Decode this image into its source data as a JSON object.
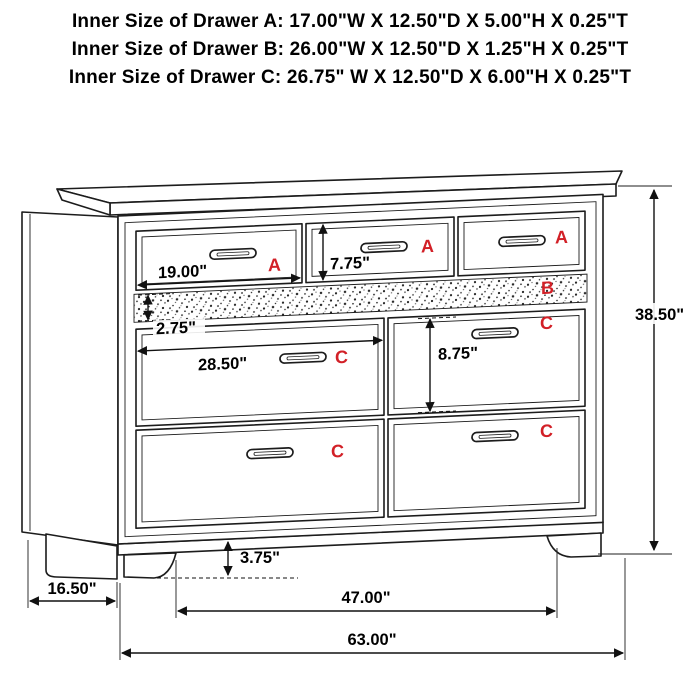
{
  "title_lines": {
    "line_a": "Inner Size of Drawer A: 17.00\"W X 12.50\"D X 5.00\"H X 0.25\"T",
    "line_b": "Inner Size of Drawer B: 26.00\"W X 12.50\"D X 1.25\"H X 0.25\"T",
    "line_c": "Inner Size of Drawer C: 26.75\" W X 12.50\"D X 6.00\"H X 0.25\"T"
  },
  "diagram": {
    "type": "furniture-dimension-diagram",
    "item": "seven-drawer dresser with hidden jewelry drawer",
    "labels": {
      "drawer_a_top_left": "A",
      "drawer_a_top_middle": "A",
      "drawer_a_top_right": "A",
      "drawer_b_strip": "B",
      "drawer_c_left_top": "C",
      "drawer_c_right_top": "C",
      "drawer_c_left_bottom": "C",
      "drawer_c_right_bottom": "C"
    },
    "dimensions": {
      "drawer_a_width": "19.00\"",
      "drawer_a_front_height": "7.75\"",
      "drawer_b_front_height": "2.75\"",
      "drawer_c_width": "28.50\"",
      "drawer_c_front_height": "8.75\"",
      "overall_height": "38.50\"",
      "foot_height": "3.75\"",
      "depth": "16.50\"",
      "between_legs": "47.00\"",
      "overall_width": "63.00\""
    },
    "colors": {
      "letter_red": "#d22027",
      "line_black": "#1c1c1c"
    }
  }
}
